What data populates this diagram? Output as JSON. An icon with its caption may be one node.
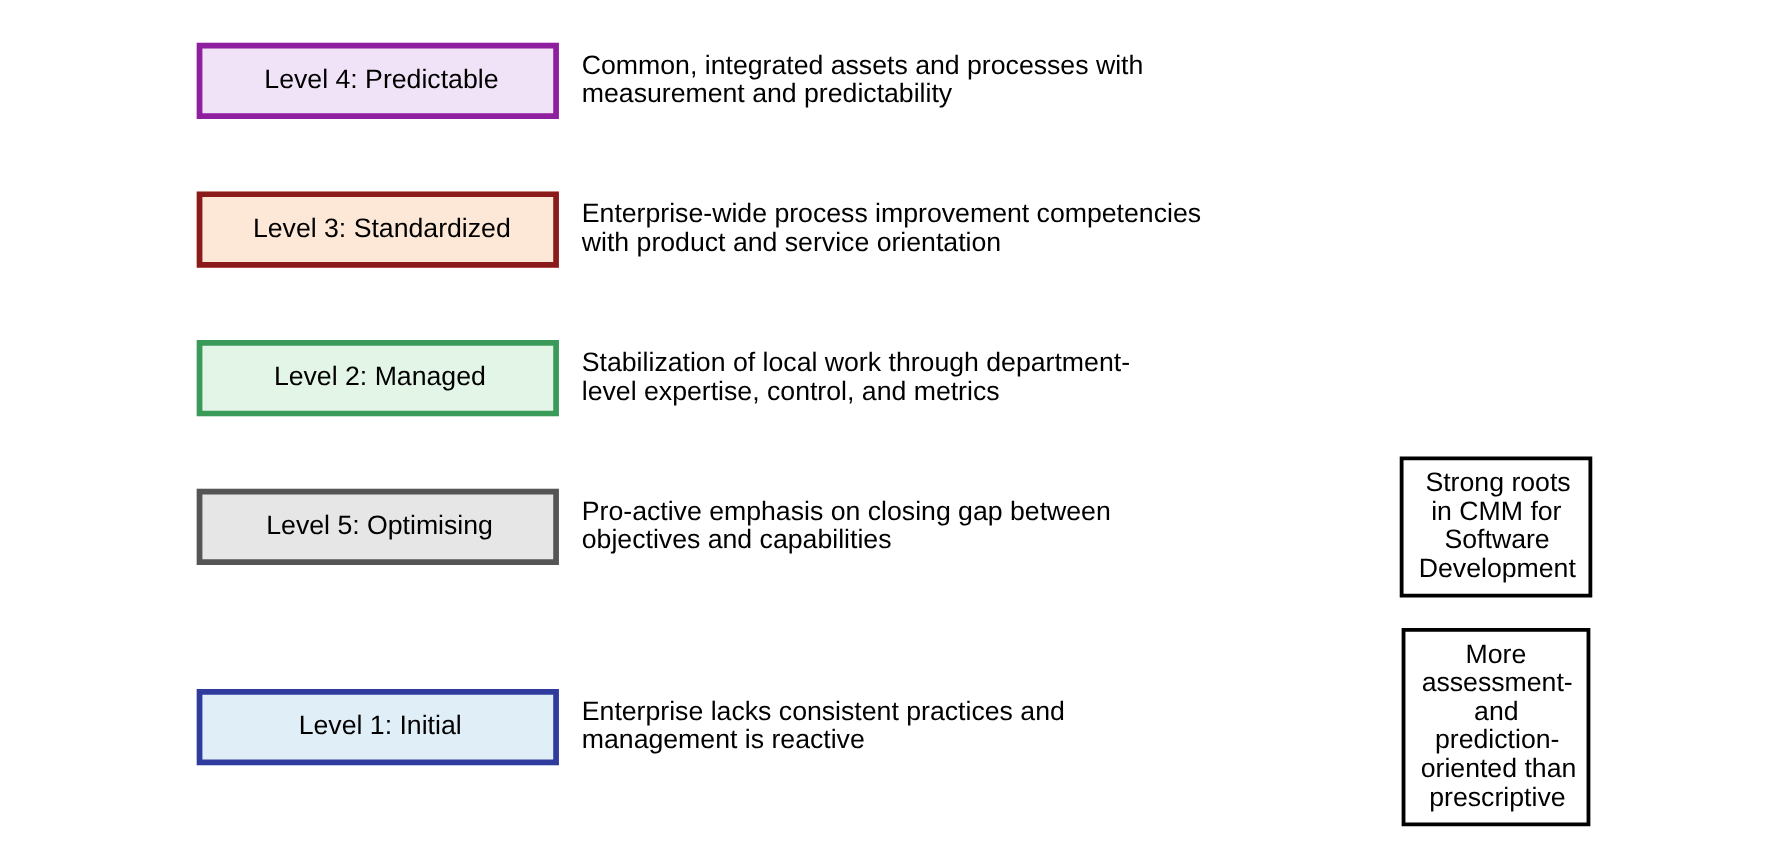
{
  "diagram": {
    "nodes": [
      {
        "text": [
          "Level 5: Optimising"
        ],
        "beside": [
          "Pro-active emphasis on closing gap between objectives and capabilities"
        ]
      },
      {
        "text": [
          "Level 4: Predictable"
        ],
        "beside": [
          "Common, integrated assets and processes with measurement and predictability"
        ]
      },
      {
        "text": [
          "Level 3: Standardized"
        ],
        "beside": [
          "Enterprise-wide process improvement competencies with product and service orientation"
        ]
      },
      {
        "text": [
          "Level 2: Managed"
        ],
        "beside": [
          "Stabilization of local work through department-level expertise, control, and metrics"
        ]
      },
      {
        "text": [
          "Level 1: Initial"
        ],
        "beside": [
          "Enterprise lacks consistent practices and management is reactive"
        ]
      },
      {
        "text": [
          "Strong roots in CMM for Software Development"
        ]
      },
      {
        "text": [
          "More assessment- and prediction-oriented than prescriptive"
        ]
      }
    ]
  }
}
